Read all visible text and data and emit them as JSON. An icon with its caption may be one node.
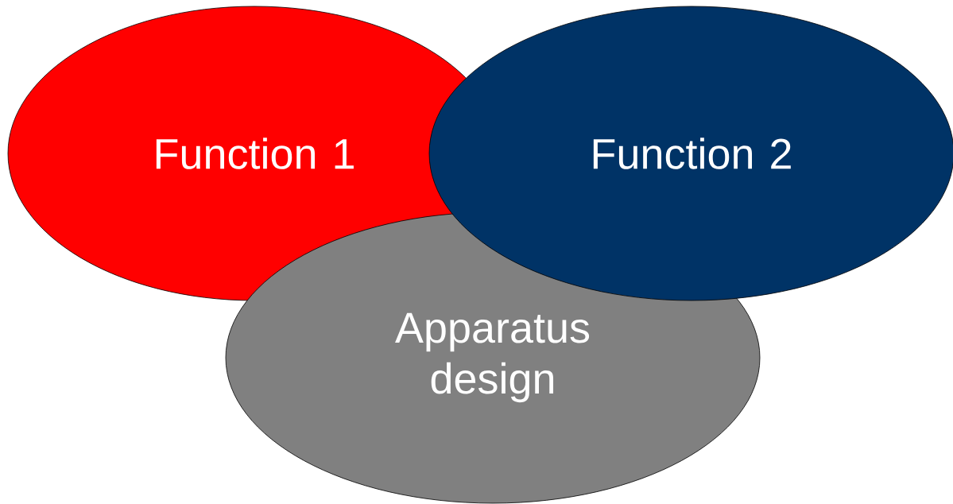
{
  "diagram": {
    "nodes": [
      {
        "text": [
          "Function 1"
        ]
      },
      {
        "text": [
          "Function 2"
        ]
      },
      {
        "text": [
          "Apparatus design"
        ]
      }
    ]
  }
}
